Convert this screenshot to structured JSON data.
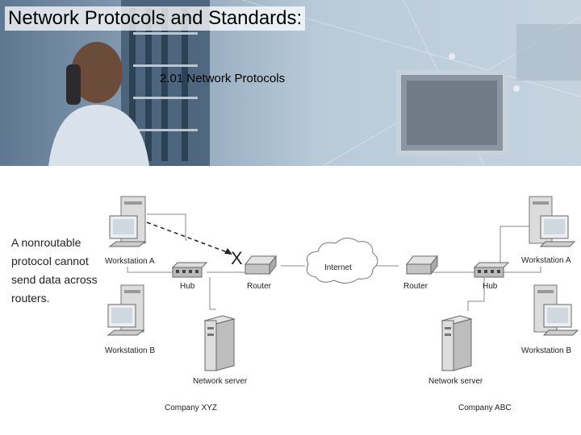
{
  "slide": {
    "title": "Network Protocols and Standards:",
    "subtitle": "2.01 Network Protocols"
  },
  "diagram": {
    "note": "A nonroutable protocol cannot send data across routers.",
    "left": {
      "workstation_a": "Workstation A",
      "workstation_b": "Workstation B",
      "hub": "Hub",
      "router": "Router",
      "server": "Network server",
      "company": "Company XYZ",
      "blocked_mark": "X"
    },
    "cloud": "Internet",
    "right": {
      "workstation_a": "Workstation A",
      "workstation_b": "Workstation B",
      "hub": "Hub",
      "router": "Router",
      "server": "Network server",
      "company": "Company ABC"
    }
  }
}
